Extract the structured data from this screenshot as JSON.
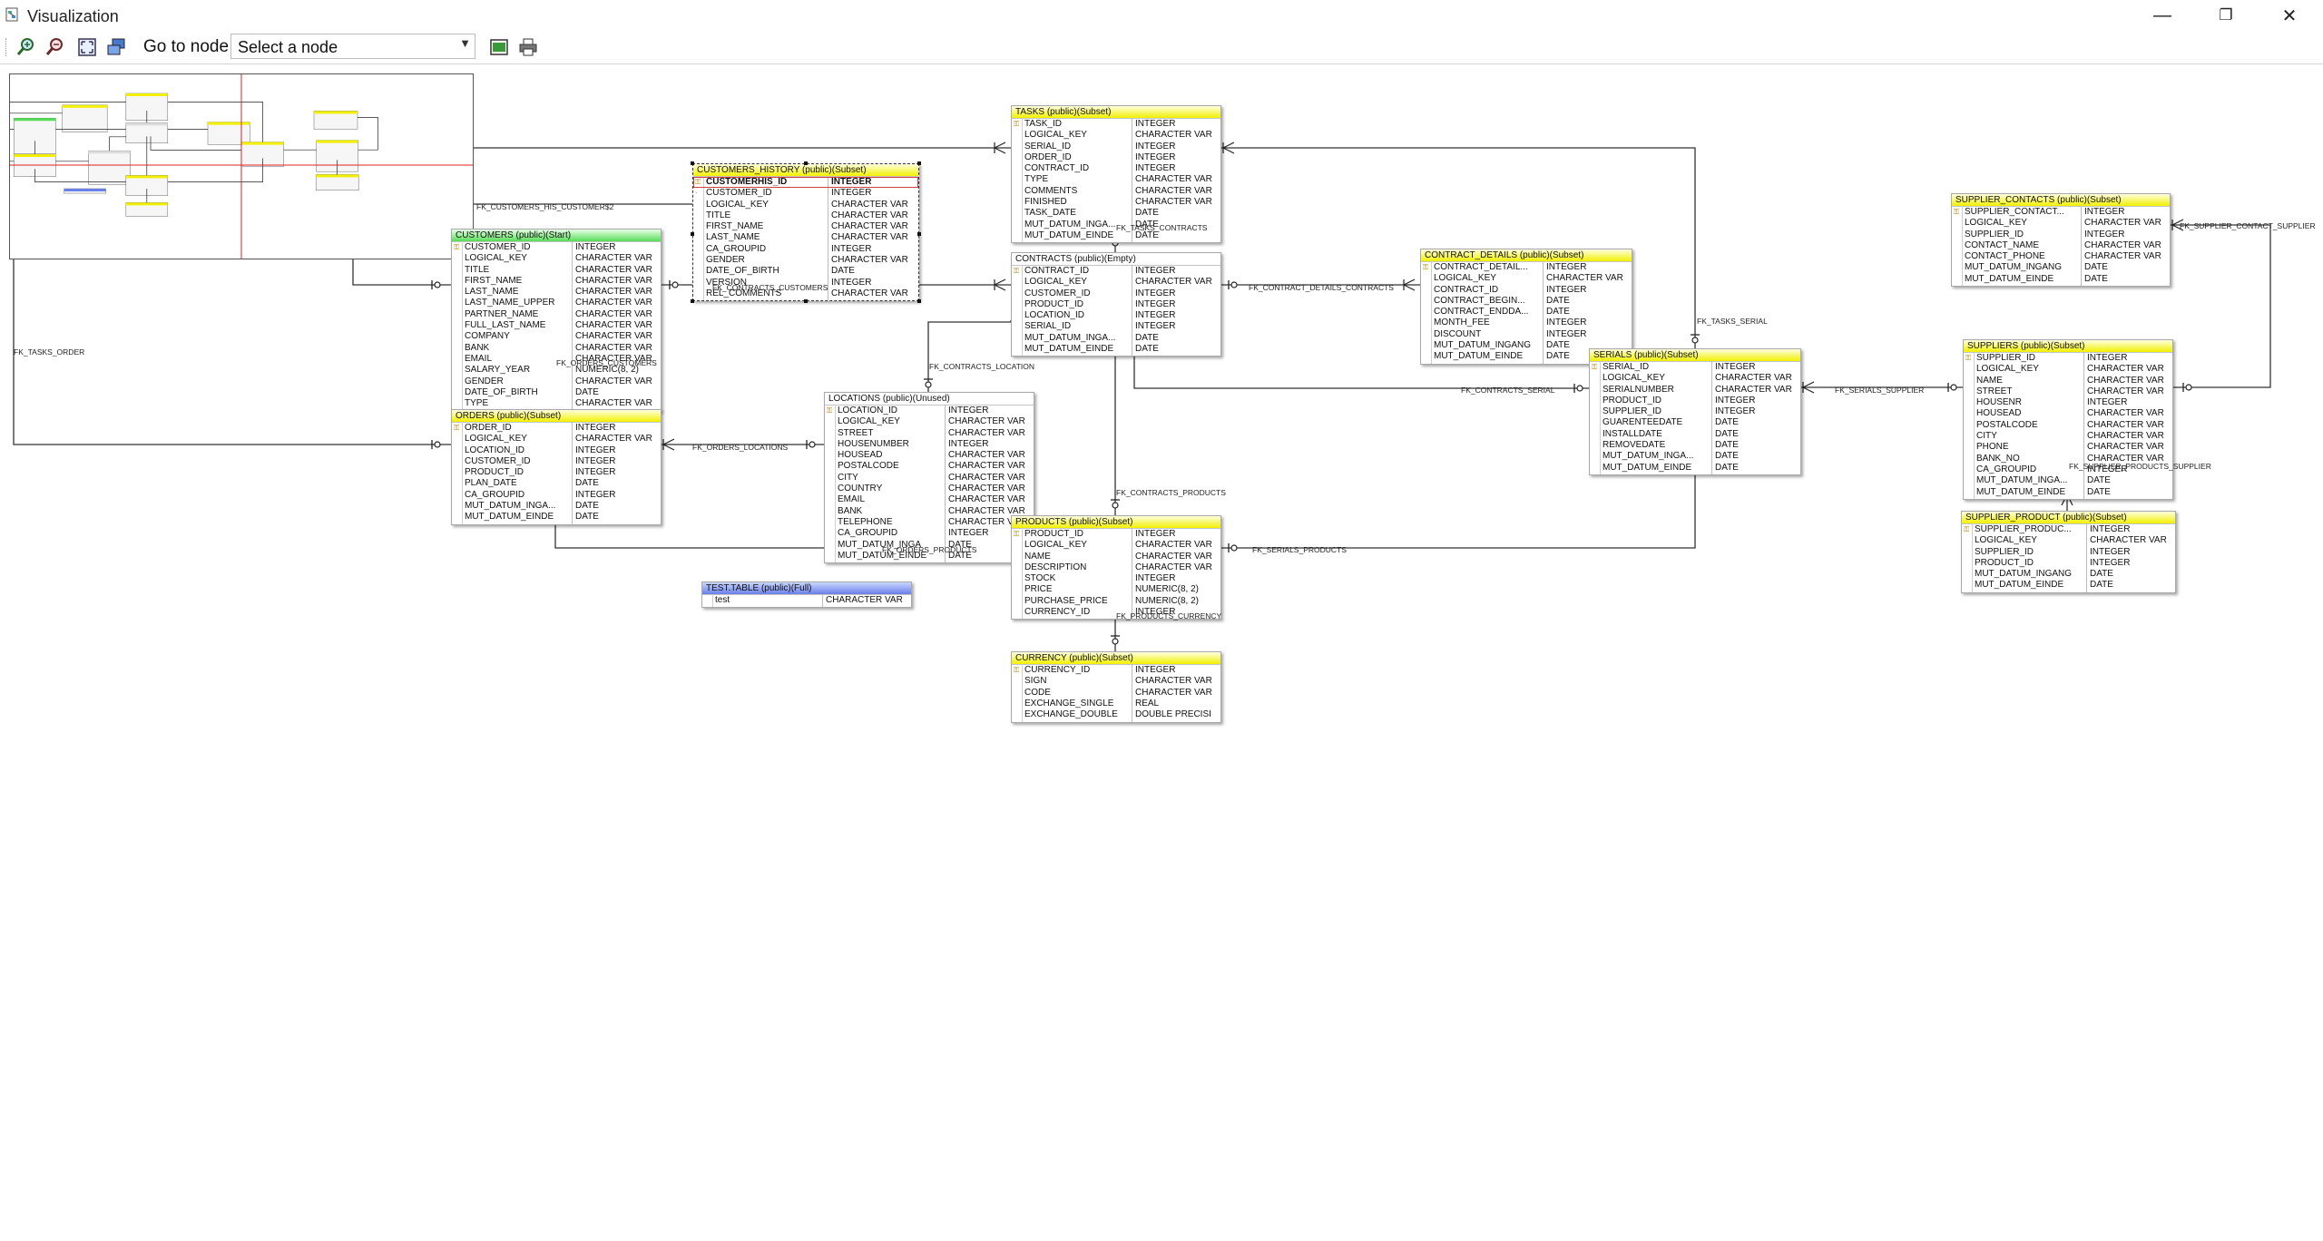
{
  "window": {
    "title": "Visualization",
    "minimize_label": "—",
    "restore_label": "❐",
    "close_label": "✕"
  },
  "toolbar": {
    "goto_label": "Go to node",
    "select_value": "Select a node",
    "buttons": [
      {
        "name": "zoom-in-icon"
      },
      {
        "name": "zoom-out-icon"
      },
      {
        "name": "fit-to-window-icon"
      },
      {
        "name": "layout-icon"
      },
      {
        "name": "export-image-icon"
      },
      {
        "name": "print-icon"
      }
    ]
  },
  "colors": {
    "header_yellow": "#f2f000",
    "header_green": "#55dd55",
    "header_blue": "#6a7fe8",
    "line": "#333333",
    "minimap_red": "#e02020"
  },
  "tables": [
    {
      "id": "tasks",
      "name": "TASKS (public)(Subset)",
      "header": "yellow",
      "columns": [
        {
          "key": "PK",
          "name": "TASK_ID",
          "type": "INTEGER"
        },
        {
          "key": "",
          "name": "LOGICAL_KEY",
          "type": "CHARACTER VAR"
        },
        {
          "key": "",
          "name": "SERIAL_ID",
          "type": "INTEGER"
        },
        {
          "key": "",
          "name": "ORDER_ID",
          "type": "INTEGER"
        },
        {
          "key": "",
          "name": "CONTRACT_ID",
          "type": "INTEGER"
        },
        {
          "key": "",
          "name": "TYPE",
          "type": "CHARACTER VAR"
        },
        {
          "key": "",
          "name": "COMMENTS",
          "type": "CHARACTER VAR"
        },
        {
          "key": "",
          "name": "FINISHED",
          "type": "CHARACTER VAR"
        },
        {
          "key": "",
          "name": "TASK_DATE",
          "type": "DATE"
        },
        {
          "key": "",
          "name": "MUT_DATUM_INGA...",
          "type": "DATE"
        },
        {
          "key": "",
          "name": "MUT_DATUM_EINDE",
          "type": "DATE"
        }
      ]
    },
    {
      "id": "customers_history",
      "name": "CUSTOMERS_HISTORY (public)(Subset)",
      "header": "yellow",
      "selected": true,
      "columns": [
        {
          "key": "PK",
          "name": "CUSTOMERHIS_ID",
          "type": "INTEGER",
          "bold": true
        },
        {
          "key": "FK",
          "name": "CUSTOMER_ID",
          "type": "INTEGER"
        },
        {
          "key": "",
          "name": "LOGICAL_KEY",
          "type": "CHARACTER VAR"
        },
        {
          "key": "",
          "name": "TITLE",
          "type": "CHARACTER VAR"
        },
        {
          "key": "",
          "name": "FIRST_NAME",
          "type": "CHARACTER VAR"
        },
        {
          "key": "",
          "name": "LAST_NAME",
          "type": "CHARACTER VAR"
        },
        {
          "key": "",
          "name": "CA_GROUPID",
          "type": "INTEGER"
        },
        {
          "key": "",
          "name": "GENDER",
          "type": "CHARACTER VAR"
        },
        {
          "key": "",
          "name": "DATE_OF_BIRTH",
          "type": "DATE"
        },
        {
          "key": "",
          "name": "VERSION",
          "type": "INTEGER"
        },
        {
          "key": "",
          "name": "REL_COMMENTS",
          "type": "CHARACTER VAR"
        }
      ]
    },
    {
      "id": "customers",
      "name": "CUSTOMERS (public)(Start)",
      "header": "green",
      "columns": [
        {
          "key": "PK",
          "name": "CUSTOMER_ID",
          "type": "INTEGER"
        },
        {
          "key": "",
          "name": "LOGICAL_KEY",
          "type": "CHARACTER VAR"
        },
        {
          "key": "",
          "name": "TITLE",
          "type": "CHARACTER VAR"
        },
        {
          "key": "",
          "name": "FIRST_NAME",
          "type": "CHARACTER VAR"
        },
        {
          "key": "",
          "name": "LAST_NAME",
          "type": "CHARACTER VAR"
        },
        {
          "key": "",
          "name": "LAST_NAME_UPPER",
          "type": "CHARACTER VAR"
        },
        {
          "key": "",
          "name": "PARTNER_NAME",
          "type": "CHARACTER VAR"
        },
        {
          "key": "",
          "name": "FULL_LAST_NAME",
          "type": "CHARACTER VAR"
        },
        {
          "key": "",
          "name": "COMPANY",
          "type": "CHARACTER VAR"
        },
        {
          "key": "",
          "name": "BANK",
          "type": "CHARACTER VAR"
        },
        {
          "key": "",
          "name": "EMAIL",
          "type": "CHARACTER VAR"
        },
        {
          "key": "",
          "name": "SALARY_YEAR",
          "type": "NUMERIC(8, 2)"
        },
        {
          "key": "",
          "name": "GENDER",
          "type": "CHARACTER VAR"
        },
        {
          "key": "",
          "name": "DATE_OF_BIRTH",
          "type": "DATE"
        },
        {
          "key": "",
          "name": "TYPE",
          "type": "CHARACTER VAR"
        }
      ]
    },
    {
      "id": "contracts",
      "name": "CONTRACTS (public)(Empty)",
      "header": "white",
      "columns": [
        {
          "key": "PK",
          "name": "CONTRACT_ID",
          "type": "INTEGER"
        },
        {
          "key": "",
          "name": "LOGICAL_KEY",
          "type": "CHARACTER VAR"
        },
        {
          "key": "",
          "name": "CUSTOMER_ID",
          "type": "INTEGER"
        },
        {
          "key": "",
          "name": "PRODUCT_ID",
          "type": "INTEGER"
        },
        {
          "key": "",
          "name": "LOCATION_ID",
          "type": "INTEGER"
        },
        {
          "key": "",
          "name": "SERIAL_ID",
          "type": "INTEGER"
        },
        {
          "key": "",
          "name": "MUT_DATUM_INGA...",
          "type": "DATE"
        },
        {
          "key": "",
          "name": "MUT_DATUM_EINDE",
          "type": "DATE"
        }
      ]
    },
    {
      "id": "contract_details",
      "name": "CONTRACT_DETAILS (public)(Subset)",
      "header": "yellow",
      "columns": [
        {
          "key": "PK",
          "name": "CONTRACT_DETAIL...",
          "type": "INTEGER"
        },
        {
          "key": "",
          "name": "LOGICAL_KEY",
          "type": "CHARACTER VAR"
        },
        {
          "key": "",
          "name": "CONTRACT_ID",
          "type": "INTEGER"
        },
        {
          "key": "",
          "name": "CONTRACT_BEGIN...",
          "type": "DATE"
        },
        {
          "key": "",
          "name": "CONTRACT_ENDDA...",
          "type": "DATE"
        },
        {
          "key": "",
          "name": "MONTH_FEE",
          "type": "INTEGER"
        },
        {
          "key": "",
          "name": "DISCOUNT",
          "type": "INTEGER"
        },
        {
          "key": "",
          "name": "MUT_DATUM_INGANG",
          "type": "DATE"
        },
        {
          "key": "",
          "name": "MUT_DATUM_EINDE",
          "type": "DATE"
        }
      ]
    },
    {
      "id": "supplier_contacts",
      "name": "SUPPLIER_CONTACTS (public)(Subset)",
      "header": "yellow",
      "columns": [
        {
          "key": "PK",
          "name": "SUPPLIER_CONTACT...",
          "type": "INTEGER"
        },
        {
          "key": "",
          "name": "LOGICAL_KEY",
          "type": "CHARACTER VAR"
        },
        {
          "key": "",
          "name": "SUPPLIER_ID",
          "type": "INTEGER"
        },
        {
          "key": "",
          "name": "CONTACT_NAME",
          "type": "CHARACTER VAR"
        },
        {
          "key": "",
          "name": "CONTACT_PHONE",
          "type": "CHARACTER VAR"
        },
        {
          "key": "",
          "name": "MUT_DATUM_INGANG",
          "type": "DATE"
        },
        {
          "key": "",
          "name": "MUT_DATUM_EINDE",
          "type": "DATE"
        }
      ]
    },
    {
      "id": "serials",
      "name": "SERIALS (public)(Subset)",
      "header": "yellow",
      "columns": [
        {
          "key": "PK",
          "name": "SERIAL_ID",
          "type": "INTEGER"
        },
        {
          "key": "",
          "name": "LOGICAL_KEY",
          "type": "CHARACTER VAR"
        },
        {
          "key": "",
          "name": "SERIALNUMBER",
          "type": "CHARACTER VAR"
        },
        {
          "key": "",
          "name": "PRODUCT_ID",
          "type": "INTEGER"
        },
        {
          "key": "",
          "name": "SUPPLIER_ID",
          "type": "INTEGER"
        },
        {
          "key": "",
          "name": "GUARENTEEDATE",
          "type": "DATE"
        },
        {
          "key": "",
          "name": "INSTALLDATE",
          "type": "DATE"
        },
        {
          "key": "",
          "name": "REMOVEDATE",
          "type": "DATE"
        },
        {
          "key": "",
          "name": "MUT_DATUM_INGA...",
          "type": "DATE"
        },
        {
          "key": "",
          "name": "MUT_DATUM_EINDE",
          "type": "DATE"
        }
      ]
    },
    {
      "id": "suppliers",
      "name": "SUPPLIERS (public)(Subset)",
      "header": "yellow",
      "columns": [
        {
          "key": "PK",
          "name": "SUPPLIER_ID",
          "type": "INTEGER"
        },
        {
          "key": "",
          "name": "LOGICAL_KEY",
          "type": "CHARACTER VAR"
        },
        {
          "key": "",
          "name": "NAME",
          "type": "CHARACTER VAR"
        },
        {
          "key": "",
          "name": "STREET",
          "type": "CHARACTER VAR"
        },
        {
          "key": "",
          "name": "HOUSENR",
          "type": "INTEGER"
        },
        {
          "key": "",
          "name": "HOUSEAD",
          "type": "CHARACTER VAR"
        },
        {
          "key": "",
          "name": "POSTALCODE",
          "type": "CHARACTER VAR"
        },
        {
          "key": "",
          "name": "CITY",
          "type": "CHARACTER VAR"
        },
        {
          "key": "",
          "name": "PHONE",
          "type": "CHARACTER VAR"
        },
        {
          "key": "",
          "name": "BANK_NO",
          "type": "CHARACTER VAR"
        },
        {
          "key": "",
          "name": "CA_GROUPID",
          "type": "INTEGER"
        },
        {
          "key": "",
          "name": "MUT_DATUM_INGA...",
          "type": "DATE"
        },
        {
          "key": "",
          "name": "MUT_DATUM_EINDE",
          "type": "DATE"
        }
      ]
    },
    {
      "id": "orders",
      "name": "ORDERS (public)(Subset)",
      "header": "yellow",
      "columns": [
        {
          "key": "PK",
          "name": "ORDER_ID",
          "type": "INTEGER"
        },
        {
          "key": "",
          "name": "LOGICAL_KEY",
          "type": "CHARACTER VAR"
        },
        {
          "key": "",
          "name": "LOCATION_ID",
          "type": "INTEGER"
        },
        {
          "key": "",
          "name": "CUSTOMER_ID",
          "type": "INTEGER"
        },
        {
          "key": "",
          "name": "PRODUCT_ID",
          "type": "INTEGER"
        },
        {
          "key": "",
          "name": "PLAN_DATE",
          "type": "DATE"
        },
        {
          "key": "",
          "name": "CA_GROUPID",
          "type": "INTEGER"
        },
        {
          "key": "",
          "name": "MUT_DATUM_INGA...",
          "type": "DATE"
        },
        {
          "key": "",
          "name": "MUT_DATUM_EINDE",
          "type": "DATE"
        }
      ]
    },
    {
      "id": "locations",
      "name": "LOCATIONS (public)(Unused)",
      "header": "white",
      "columns": [
        {
          "key": "PK",
          "name": "LOCATION_ID",
          "type": "INTEGER"
        },
        {
          "key": "",
          "name": "LOGICAL_KEY",
          "type": "CHARACTER VAR"
        },
        {
          "key": "",
          "name": "STREET",
          "type": "CHARACTER VAR"
        },
        {
          "key": "",
          "name": "HOUSENUMBER",
          "type": "INTEGER"
        },
        {
          "key": "",
          "name": "HOUSEAD",
          "type": "CHARACTER VAR"
        },
        {
          "key": "",
          "name": "POSTALCODE",
          "type": "CHARACTER VAR"
        },
        {
          "key": "",
          "name": "CITY",
          "type": "CHARACTER VAR"
        },
        {
          "key": "",
          "name": "COUNTRY",
          "type": "CHARACTER VAR"
        },
        {
          "key": "",
          "name": "EMAIL",
          "type": "CHARACTER VAR"
        },
        {
          "key": "",
          "name": "BANK",
          "type": "CHARACTER VAR"
        },
        {
          "key": "",
          "name": "TELEPHONE",
          "type": "CHARACTER VAR"
        },
        {
          "key": "",
          "name": "CA_GROUPID",
          "type": "INTEGER"
        },
        {
          "key": "",
          "name": "MUT_DATUM_INGA",
          "type": "DATE"
        },
        {
          "key": "",
          "name": "MUT_DATUM_EINDE",
          "type": "DATE"
        }
      ]
    },
    {
      "id": "products",
      "name": "PRODUCTS (public)(Subset)",
      "header": "yellow",
      "columns": [
        {
          "key": "PK",
          "name": "PRODUCT_ID",
          "type": "INTEGER"
        },
        {
          "key": "",
          "name": "LOGICAL_KEY",
          "type": "CHARACTER VAR"
        },
        {
          "key": "",
          "name": "NAME",
          "type": "CHARACTER VAR"
        },
        {
          "key": "",
          "name": "DESCRIPTION",
          "type": "CHARACTER VAR"
        },
        {
          "key": "",
          "name": "STOCK",
          "type": "INTEGER"
        },
        {
          "key": "",
          "name": "PRICE",
          "type": "NUMERIC(8, 2)"
        },
        {
          "key": "",
          "name": "PURCHASE_PRICE",
          "type": "NUMERIC(8, 2)"
        },
        {
          "key": "",
          "name": "CURRENCY_ID",
          "type": "INTEGER"
        }
      ]
    },
    {
      "id": "supplier_product",
      "name": "SUPPLIER_PRODUCT (public)(Subset)",
      "header": "yellow",
      "columns": [
        {
          "key": "PK",
          "name": "SUPPLIER_PRODUC...",
          "type": "INTEGER"
        },
        {
          "key": "",
          "name": "LOGICAL_KEY",
          "type": "CHARACTER VAR"
        },
        {
          "key": "",
          "name": "SUPPLIER_ID",
          "type": "INTEGER"
        },
        {
          "key": "",
          "name": "PRODUCT_ID",
          "type": "INTEGER"
        },
        {
          "key": "",
          "name": "MUT_DATUM_INGANG",
          "type": "DATE"
        },
        {
          "key": "",
          "name": "MUT_DATUM_EINDE",
          "type": "DATE"
        }
      ]
    },
    {
      "id": "test_table",
      "name": "TEST.TABLE (public)(Full)",
      "header": "blue",
      "columns": [
        {
          "key": "",
          "name": "test",
          "type": "CHARACTER VAR"
        }
      ]
    },
    {
      "id": "currency",
      "name": "CURRENCY (public)(Subset)",
      "header": "yellow",
      "columns": [
        {
          "key": "PK",
          "name": "CURRENCY_ID",
          "type": "INTEGER"
        },
        {
          "key": "",
          "name": "SIGN",
          "type": "CHARACTER VAR"
        },
        {
          "key": "",
          "name": "CODE",
          "type": "CHARACTER VAR"
        },
        {
          "key": "",
          "name": "EXCHANGE_SINGLE",
          "type": "REAL"
        },
        {
          "key": "",
          "name": "EXCHANGE_DOUBLE",
          "type": "DOUBLE PRECISI"
        }
      ]
    }
  ],
  "relations": [
    {
      "id": "fk_customers_his_customer",
      "label": "FK_CUSTOMERS_HIS_CUSTOMER$2"
    },
    {
      "id": "fk_contracts_customers",
      "label": "FK_CONTRACTS_CUSTOMERS"
    },
    {
      "id": "fk_tasks_contracts",
      "label": "FK_TASKS_CONTRACTS"
    },
    {
      "id": "fk_contract_details_contracts",
      "label": "FK_CONTRACT_DETAILS_CONTRACTS"
    },
    {
      "id": "fk_tasks_serial",
      "label": "FK_TASKS_SERIAL"
    },
    {
      "id": "fk_supplier_contact_supplier",
      "label": "FK_SUPPLIER_CONTACT_SUPPLIER"
    },
    {
      "id": "fk_tasks_order",
      "label": "FK_TASKS_ORDER"
    },
    {
      "id": "fk_orders_customers",
      "label": "FK_ORDERS_CUSTOMERS"
    },
    {
      "id": "fk_contracts_location",
      "label": "FK_CONTRACTS_LOCATION"
    },
    {
      "id": "fk_contracts_serial",
      "label": "FK_CONTRACTS_SERIAL"
    },
    {
      "id": "fk_serials_supplier",
      "label": "FK_SERIALS_SUPPLIER"
    },
    {
      "id": "fk_orders_locations",
      "label": "FK_ORDERS_LOCATIONS"
    },
    {
      "id": "fk_supplier_products_supplier",
      "label": "FK_SUPPLIER_PRODUCTS_SUPPLIER"
    },
    {
      "id": "fk_contracts_products",
      "label": "FK_CONTRACTS_PRODUCTS"
    },
    {
      "id": "fk_orders_products",
      "label": "FK_ORDERS_PRODUCTS"
    },
    {
      "id": "fk_serials_products",
      "label": "FK_SERIALS_PRODUCTS"
    },
    {
      "id": "fk_products_currency",
      "label": "FK_PRODUCTS_CURRENCY"
    }
  ]
}
